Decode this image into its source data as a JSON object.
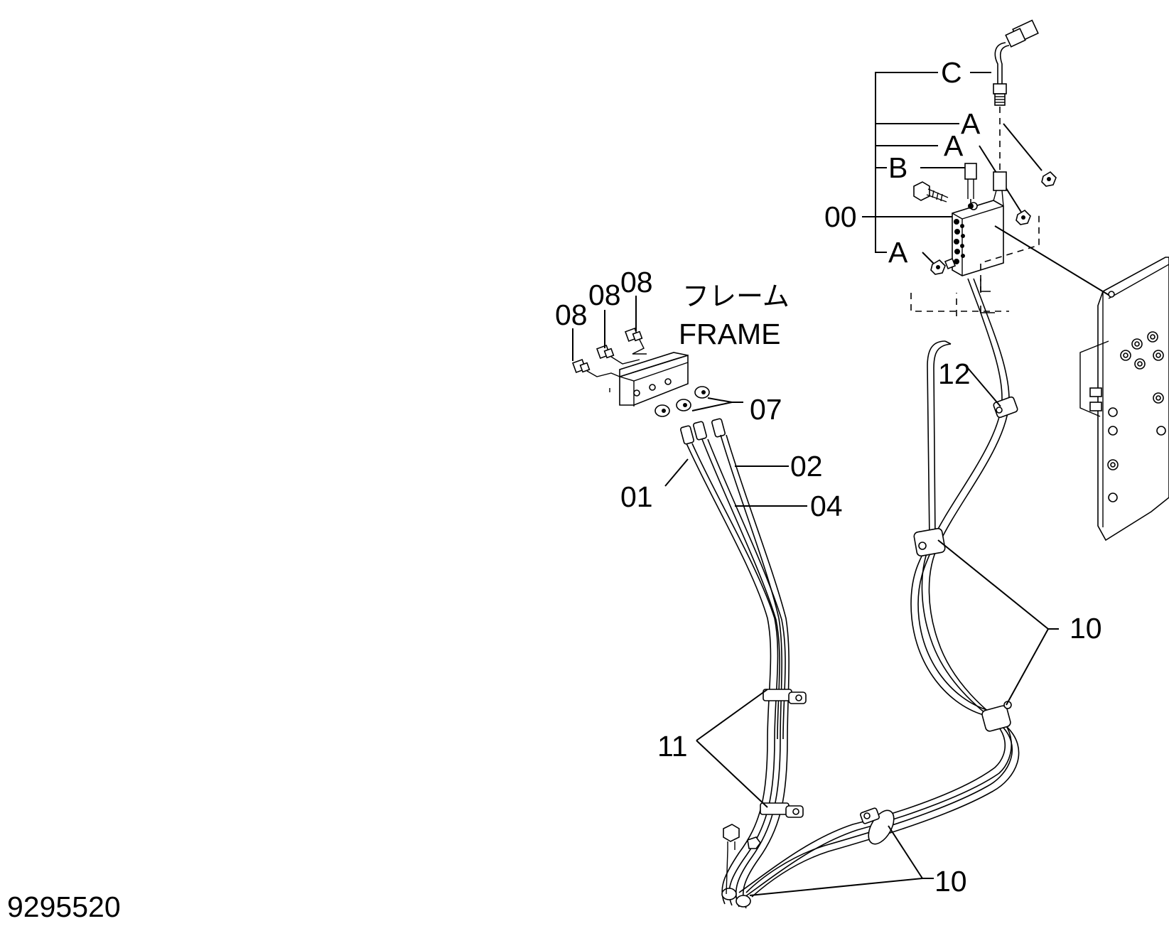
{
  "drawing_number": "9295520",
  "frame_label_jp": "フレーム",
  "frame_label_en": "FRAME",
  "callouts": {
    "c": "C",
    "a1": "A",
    "a2": "A",
    "a3": "A",
    "b": "B",
    "n00": "00",
    "n08a": "08",
    "n08b": "08",
    "n08c": "08",
    "n07": "07",
    "n12": "12",
    "n02": "02",
    "n01": "01",
    "n04": "04",
    "n10a": "10",
    "n11": "11",
    "n10b": "10"
  }
}
